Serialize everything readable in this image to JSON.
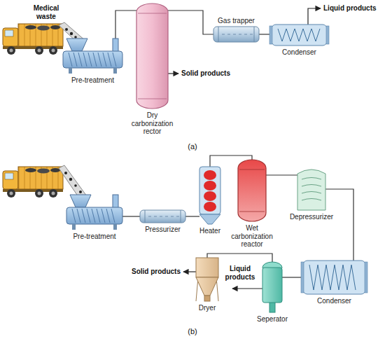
{
  "diagram": {
    "nodes": [
      {
        "text": [
          "Pre-treatment"
        ]
      },
      {
        "text": [
          "Dry carbonization rector"
        ]
      },
      {
        "text": [
          "Gas trapper"
        ]
      },
      {
        "text": [
          "Condenser"
        ]
      },
      {
        "text": [
          "Pre-treatment"
        ]
      },
      {
        "text": [
          "Pressurizer"
        ]
      },
      {
        "text": [
          "Heater"
        ]
      },
      {
        "text": [
          "Wet carbonization reactor"
        ]
      },
      {
        "text": [
          "Depressurizer"
        ]
      },
      {
        "text": [
          "Condenser"
        ]
      },
      {
        "text": [
          "Seperator"
        ]
      },
      {
        "text": [
          "Dryer"
        ]
      }
    ],
    "edges": [
      {
        "from": 0,
        "to": 1,
        "arrow": "none"
      },
      {
        "from": 1,
        "to": 2,
        "arrow": "none"
      },
      {
        "from": 2,
        "to": 3,
        "arrow": "none"
      },
      {
        "from": 4,
        "to": 5,
        "arrow": "none"
      },
      {
        "from": 5,
        "to": 6,
        "arrow": "none"
      },
      {
        "from": 6,
        "to": 7,
        "arrow": "none"
      },
      {
        "from": 7,
        "to": 8,
        "arrow": "none"
      },
      {
        "from": 8,
        "to": 9,
        "arrow": "none"
      },
      {
        "from": 9,
        "to": 10,
        "arrow": "none"
      },
      {
        "from": 10,
        "to": 11,
        "arrow": "none"
      }
    ],
    "labels": [
      "Medical waste",
      "Solid products",
      "Liquid products",
      "(a)",
      "Liquid products",
      "Solid products",
      "(b)"
    ]
  }
}
